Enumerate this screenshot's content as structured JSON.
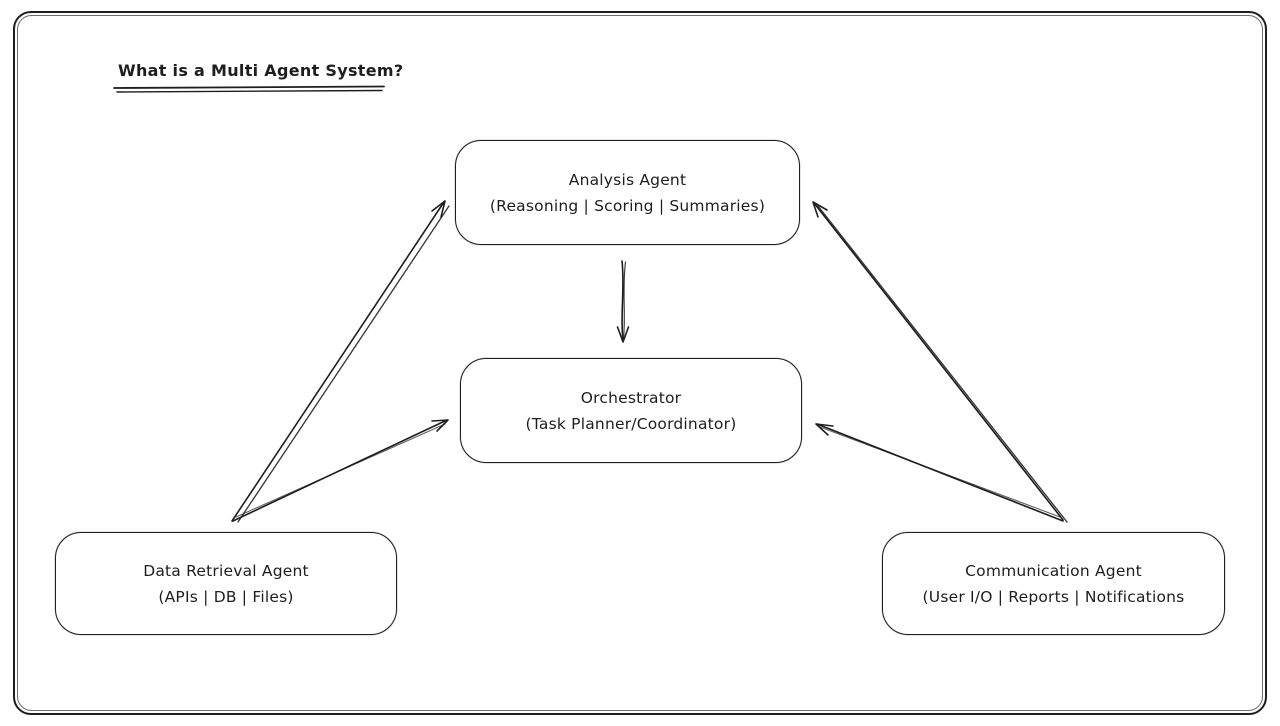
{
  "title": {
    "text": "What is a Multi Agent System?"
  },
  "nodes": {
    "analysis": {
      "name": "Analysis Agent",
      "detail": "(Reasoning | Scoring | Summaries)"
    },
    "orchestrator": {
      "name": "Orchestrator",
      "detail": "(Task Planner/Coordinator)"
    },
    "data_retrieval": {
      "name": "Data Retrieval Agent",
      "detail": "(APIs | DB | Files)"
    },
    "communication": {
      "name": "Communication Agent",
      "detail": "(User I/O | Reports | Notifications"
    }
  },
  "edges": [
    {
      "id": "analysis-to-orchestrator",
      "from": "Analysis Agent",
      "to": "Orchestrator"
    },
    {
      "id": "data-retrieval-to-analysis",
      "from": "Data Retrieval Agent",
      "to": "Analysis Agent"
    },
    {
      "id": "data-retrieval-to-orchestrator",
      "from": "Data Retrieval Agent",
      "to": "Orchestrator"
    },
    {
      "id": "communication-to-analysis",
      "from": "Communication Agent",
      "to": "Analysis Agent"
    },
    {
      "id": "communication-to-orchestrator",
      "from": "Communication Agent",
      "to": "Orchestrator"
    }
  ],
  "colors": {
    "stroke": "#1e1e1e",
    "canvas_bg": "#ffffff"
  }
}
